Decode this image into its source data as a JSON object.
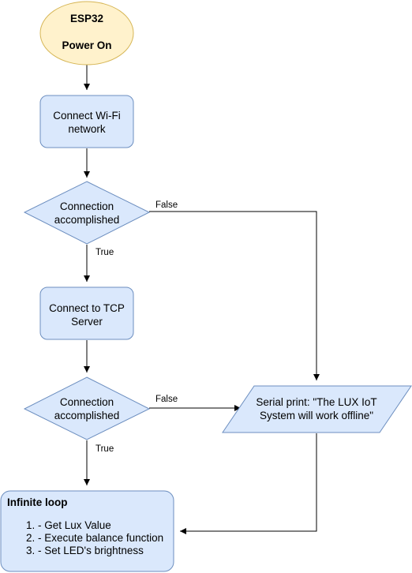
{
  "colors": {
    "start_fill": "#fff2cc",
    "start_stroke": "#d6b656",
    "node_fill": "#dae8fc",
    "node_stroke": "#6c8ebf",
    "line": "#000000"
  },
  "nodes": {
    "start": {
      "line1": "ESP32",
      "line2": "Power On"
    },
    "connect_wifi": {
      "line1": "Connect Wi-Fi",
      "line2": "network"
    },
    "decision_wifi": {
      "line1": "Connection",
      "line2": "accomplished"
    },
    "connect_tcp": {
      "line1": "Connect to TCP",
      "line2": "Server"
    },
    "decision_tcp": {
      "line1": "Connection",
      "line2": "accomplished"
    },
    "serial_print": {
      "line1": "Serial print: \"The LUX IoT",
      "line2": "System will work offline\""
    },
    "loop": {
      "title": "Infinite loop",
      "items": [
        "1. - Get Lux Value",
        "2. - Execute balance function",
        "3. - Set LED's brightness"
      ]
    }
  },
  "edges": {
    "wifi_false": "False",
    "wifi_true": "True",
    "tcp_false": "False",
    "tcp_true": "True"
  }
}
